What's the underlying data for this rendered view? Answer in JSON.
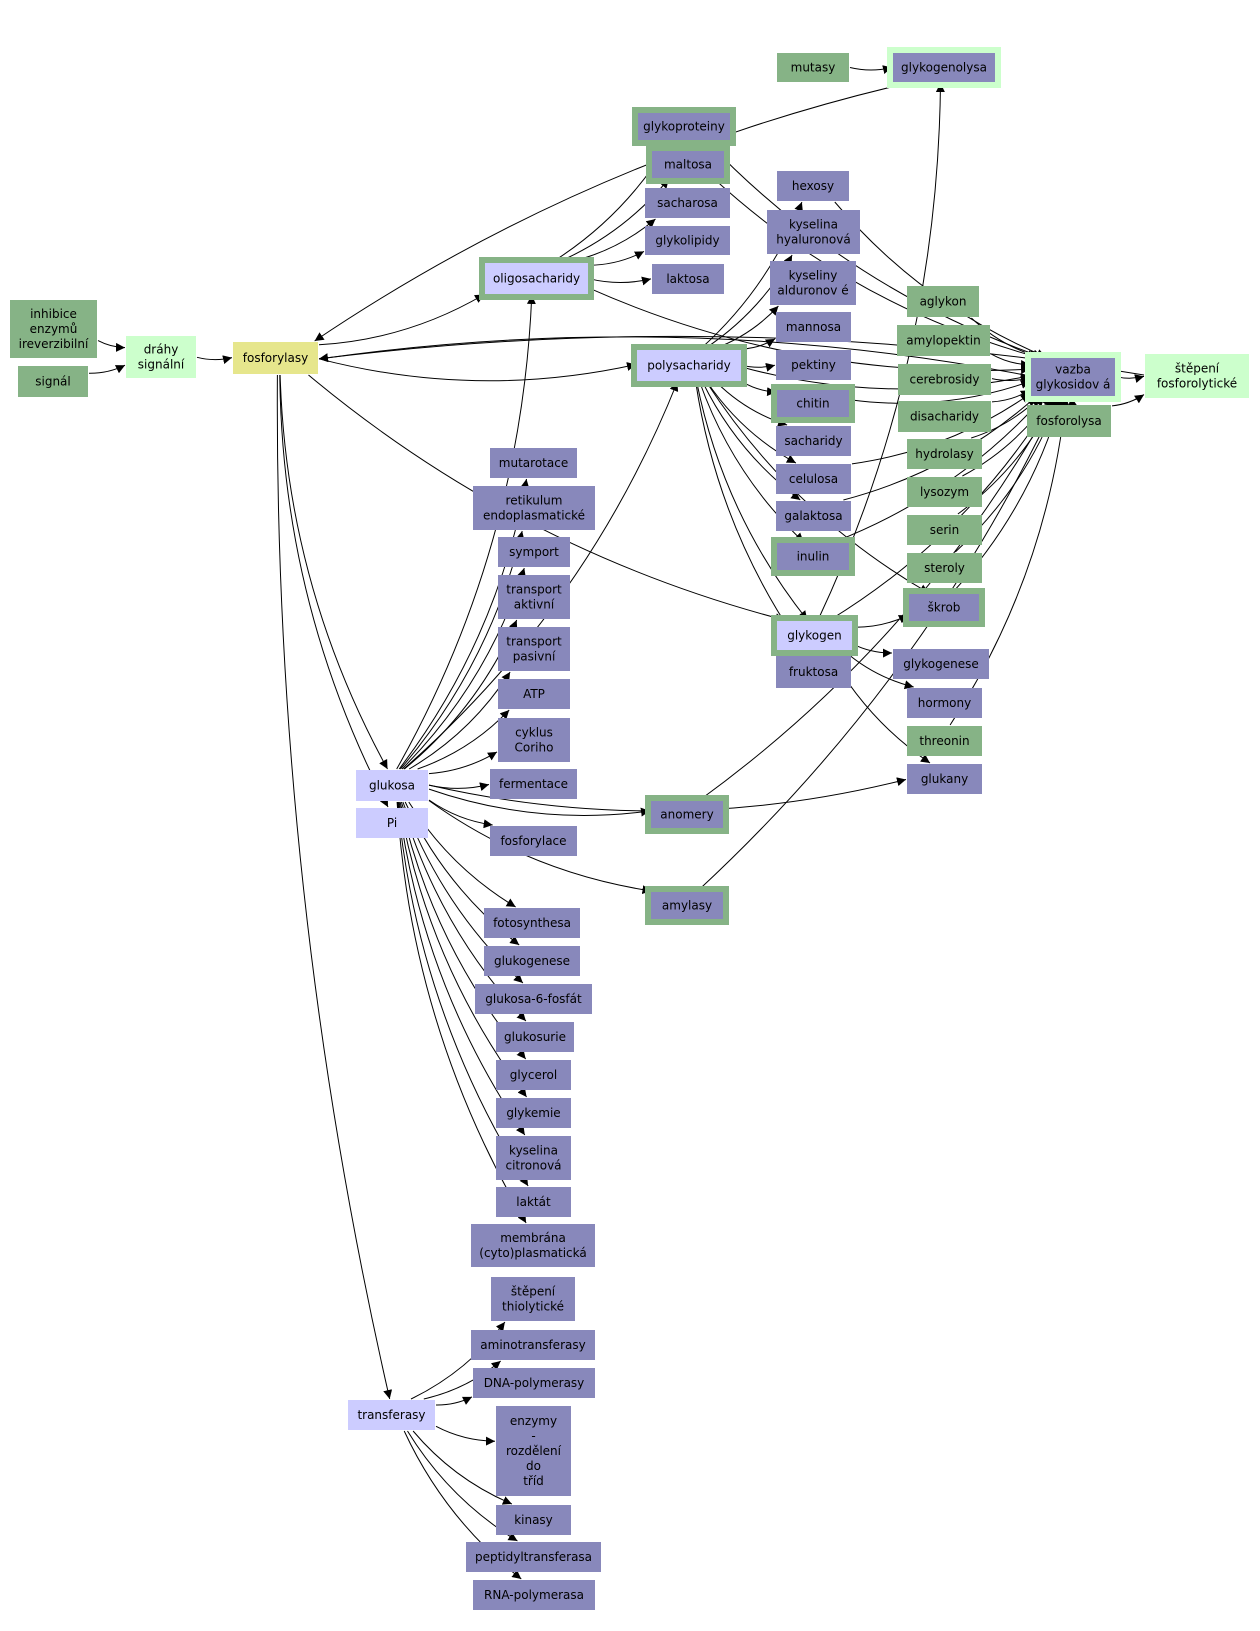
{
  "nodes": [
    {
      "id": "inhibice",
      "lines": [
        "inhibice",
        "enzymů",
        "ireverzibilní"
      ],
      "type": "ext"
    },
    {
      "id": "signal",
      "lines": [
        "signál"
      ],
      "type": "ext"
    },
    {
      "id": "drahy",
      "lines": [
        "dráhy",
        "signální"
      ],
      "type": "light"
    },
    {
      "id": "fosforylasy",
      "lines": [
        "fosforylasy"
      ],
      "type": "main"
    },
    {
      "id": "mutasy",
      "lines": [
        "mutasy"
      ],
      "type": "ext"
    },
    {
      "id": "glykogenolysa",
      "lines": [
        "glykogenolysa"
      ],
      "type": "termframeLight"
    },
    {
      "id": "glykoproteiny",
      "lines": [
        "glykoproteiny"
      ],
      "type": "termframe"
    },
    {
      "id": "maltosa",
      "lines": [
        "maltosa"
      ],
      "type": "termframe"
    },
    {
      "id": "sacharosa",
      "lines": [
        "sacharosa"
      ],
      "type": "term"
    },
    {
      "id": "glykolipidy",
      "lines": [
        "glykolipidy"
      ],
      "type": "term"
    },
    {
      "id": "laktosa",
      "lines": [
        "laktosa"
      ],
      "type": "term"
    },
    {
      "id": "oligosacharidy",
      "lines": [
        "oligosacharidy"
      ],
      "type": "catframe"
    },
    {
      "id": "hexosy",
      "lines": [
        "hexosy"
      ],
      "type": "term"
    },
    {
      "id": "hyaluronova",
      "lines": [
        "kyselina",
        "hyaluronová"
      ],
      "type": "term"
    },
    {
      "id": "alduronove",
      "lines": [
        "kyseliny",
        "alduronov é"
      ],
      "type": "term"
    },
    {
      "id": "mannosa",
      "lines": [
        "mannosa"
      ],
      "type": "term"
    },
    {
      "id": "pektiny",
      "lines": [
        "pektiny"
      ],
      "type": "term"
    },
    {
      "id": "polysacharidy",
      "lines": [
        "polysacharidy"
      ],
      "type": "catframe"
    },
    {
      "id": "chitin",
      "lines": [
        "chitin"
      ],
      "type": "termframe"
    },
    {
      "id": "sacharidy",
      "lines": [
        "sacharidy"
      ],
      "type": "term"
    },
    {
      "id": "celulosa",
      "lines": [
        "celulosa"
      ],
      "type": "term"
    },
    {
      "id": "galaktosa",
      "lines": [
        "galaktosa"
      ],
      "type": "term"
    },
    {
      "id": "inulin",
      "lines": [
        "inulin"
      ],
      "type": "termframe"
    },
    {
      "id": "glykogen",
      "lines": [
        "glykogen"
      ],
      "type": "catframe"
    },
    {
      "id": "fruktosa",
      "lines": [
        "fruktosa"
      ],
      "type": "term"
    },
    {
      "id": "aglykon",
      "lines": [
        "aglykon"
      ],
      "type": "ext"
    },
    {
      "id": "amylopektin",
      "lines": [
        "amylopektin"
      ],
      "type": "ext"
    },
    {
      "id": "cerebrosidy",
      "lines": [
        "cerebrosidy"
      ],
      "type": "ext"
    },
    {
      "id": "disacharidy",
      "lines": [
        "disacharidy"
      ],
      "type": "ext"
    },
    {
      "id": "hydrolasy",
      "lines": [
        "hydrolasy"
      ],
      "type": "ext"
    },
    {
      "id": "lysozym",
      "lines": [
        "lysozym"
      ],
      "type": "ext"
    },
    {
      "id": "serin",
      "lines": [
        "serin"
      ],
      "type": "ext"
    },
    {
      "id": "steroly",
      "lines": [
        "steroly"
      ],
      "type": "ext"
    },
    {
      "id": "skrob",
      "lines": [
        "škrob"
      ],
      "type": "termframe"
    },
    {
      "id": "glykogenese2",
      "lines": [
        "glykogenese"
      ],
      "type": "term"
    },
    {
      "id": "hormony",
      "lines": [
        "hormony"
      ],
      "type": "term"
    },
    {
      "id": "threonin",
      "lines": [
        "threonin"
      ],
      "type": "ext"
    },
    {
      "id": "glukany",
      "lines": [
        "glukany"
      ],
      "type": "term"
    },
    {
      "id": "vazba",
      "lines": [
        "vazba",
        "glykosidov á"
      ],
      "type": "termframeLight"
    },
    {
      "id": "fosforolysa",
      "lines": [
        "fosforolysa"
      ],
      "type": "ext"
    },
    {
      "id": "stepeniF",
      "lines": [
        "štěpení",
        "fosforolytické"
      ],
      "type": "light"
    },
    {
      "id": "mutarotace",
      "lines": [
        "mutarotace"
      ],
      "type": "term"
    },
    {
      "id": "retikulum",
      "lines": [
        "retikulum",
        "endoplasmatické"
      ],
      "type": "term"
    },
    {
      "id": "symport",
      "lines": [
        "symport"
      ],
      "type": "term"
    },
    {
      "id": "taktivni",
      "lines": [
        "transport",
        "aktivní"
      ],
      "type": "term"
    },
    {
      "id": "tpasivni",
      "lines": [
        "transport",
        "pasivní"
      ],
      "type": "term"
    },
    {
      "id": "atp",
      "lines": [
        "ATP"
      ],
      "type": "term"
    },
    {
      "id": "cyklus",
      "lines": [
        "cyklus",
        "Coriho"
      ],
      "type": "term"
    },
    {
      "id": "fermentace",
      "lines": [
        "fermentace"
      ],
      "type": "term"
    },
    {
      "id": "glukosa",
      "lines": [
        "glukosa"
      ],
      "type": "cat"
    },
    {
      "id": "pi",
      "lines": [
        "Pi"
      ],
      "type": "cat"
    },
    {
      "id": "anomery",
      "lines": [
        "anomery"
      ],
      "type": "termframe"
    },
    {
      "id": "fosforylace",
      "lines": [
        "fosforylace"
      ],
      "type": "term"
    },
    {
      "id": "amylasy",
      "lines": [
        "amylasy"
      ],
      "type": "termframe"
    },
    {
      "id": "fotosynthesa",
      "lines": [
        "fotosynthesa"
      ],
      "type": "term"
    },
    {
      "id": "glukogenese",
      "lines": [
        "glukogenese"
      ],
      "type": "term"
    },
    {
      "id": "g6f",
      "lines": [
        "glukosa-6-fosfát"
      ],
      "type": "term"
    },
    {
      "id": "glukosurie",
      "lines": [
        "glukosurie"
      ],
      "type": "term"
    },
    {
      "id": "glycerol",
      "lines": [
        "glycerol"
      ],
      "type": "term"
    },
    {
      "id": "glykemie",
      "lines": [
        "glykemie"
      ],
      "type": "term"
    },
    {
      "id": "citronova",
      "lines": [
        "kyselina",
        "citronová"
      ],
      "type": "term"
    },
    {
      "id": "laktat",
      "lines": [
        "laktát"
      ],
      "type": "term"
    },
    {
      "id": "membrana",
      "lines": [
        "membrána",
        "(cyto)plasmatická"
      ],
      "type": "term"
    },
    {
      "id": "stepeniT",
      "lines": [
        "štěpení",
        "thiolytické"
      ],
      "type": "term"
    },
    {
      "id": "aminotransferasy",
      "lines": [
        "aminotransferasy"
      ],
      "type": "term"
    },
    {
      "id": "dnapol",
      "lines": [
        "DNA-polymerasy"
      ],
      "type": "term"
    },
    {
      "id": "enzymy",
      "lines": [
        "enzymy",
        "-",
        "rozdělení",
        "do",
        "tříd"
      ],
      "type": "term"
    },
    {
      "id": "kinasy",
      "lines": [
        "kinasy"
      ],
      "type": "term"
    },
    {
      "id": "peptidyl",
      "lines": [
        "peptidyltransferasa"
      ],
      "type": "term"
    },
    {
      "id": "rnapol",
      "lines": [
        "RNA-polymerasa"
      ],
      "type": "term"
    },
    {
      "id": "transferasy",
      "lines": [
        "transferasy"
      ],
      "type": "cat"
    }
  ],
  "colors": {
    "ext": "#86b386",
    "light": "#ccffcc",
    "main": "#e6e68c",
    "term": "#8888bb",
    "cat": "#ccccff",
    "frame": "#86b386",
    "frameLight": "#ccffcc"
  }
}
